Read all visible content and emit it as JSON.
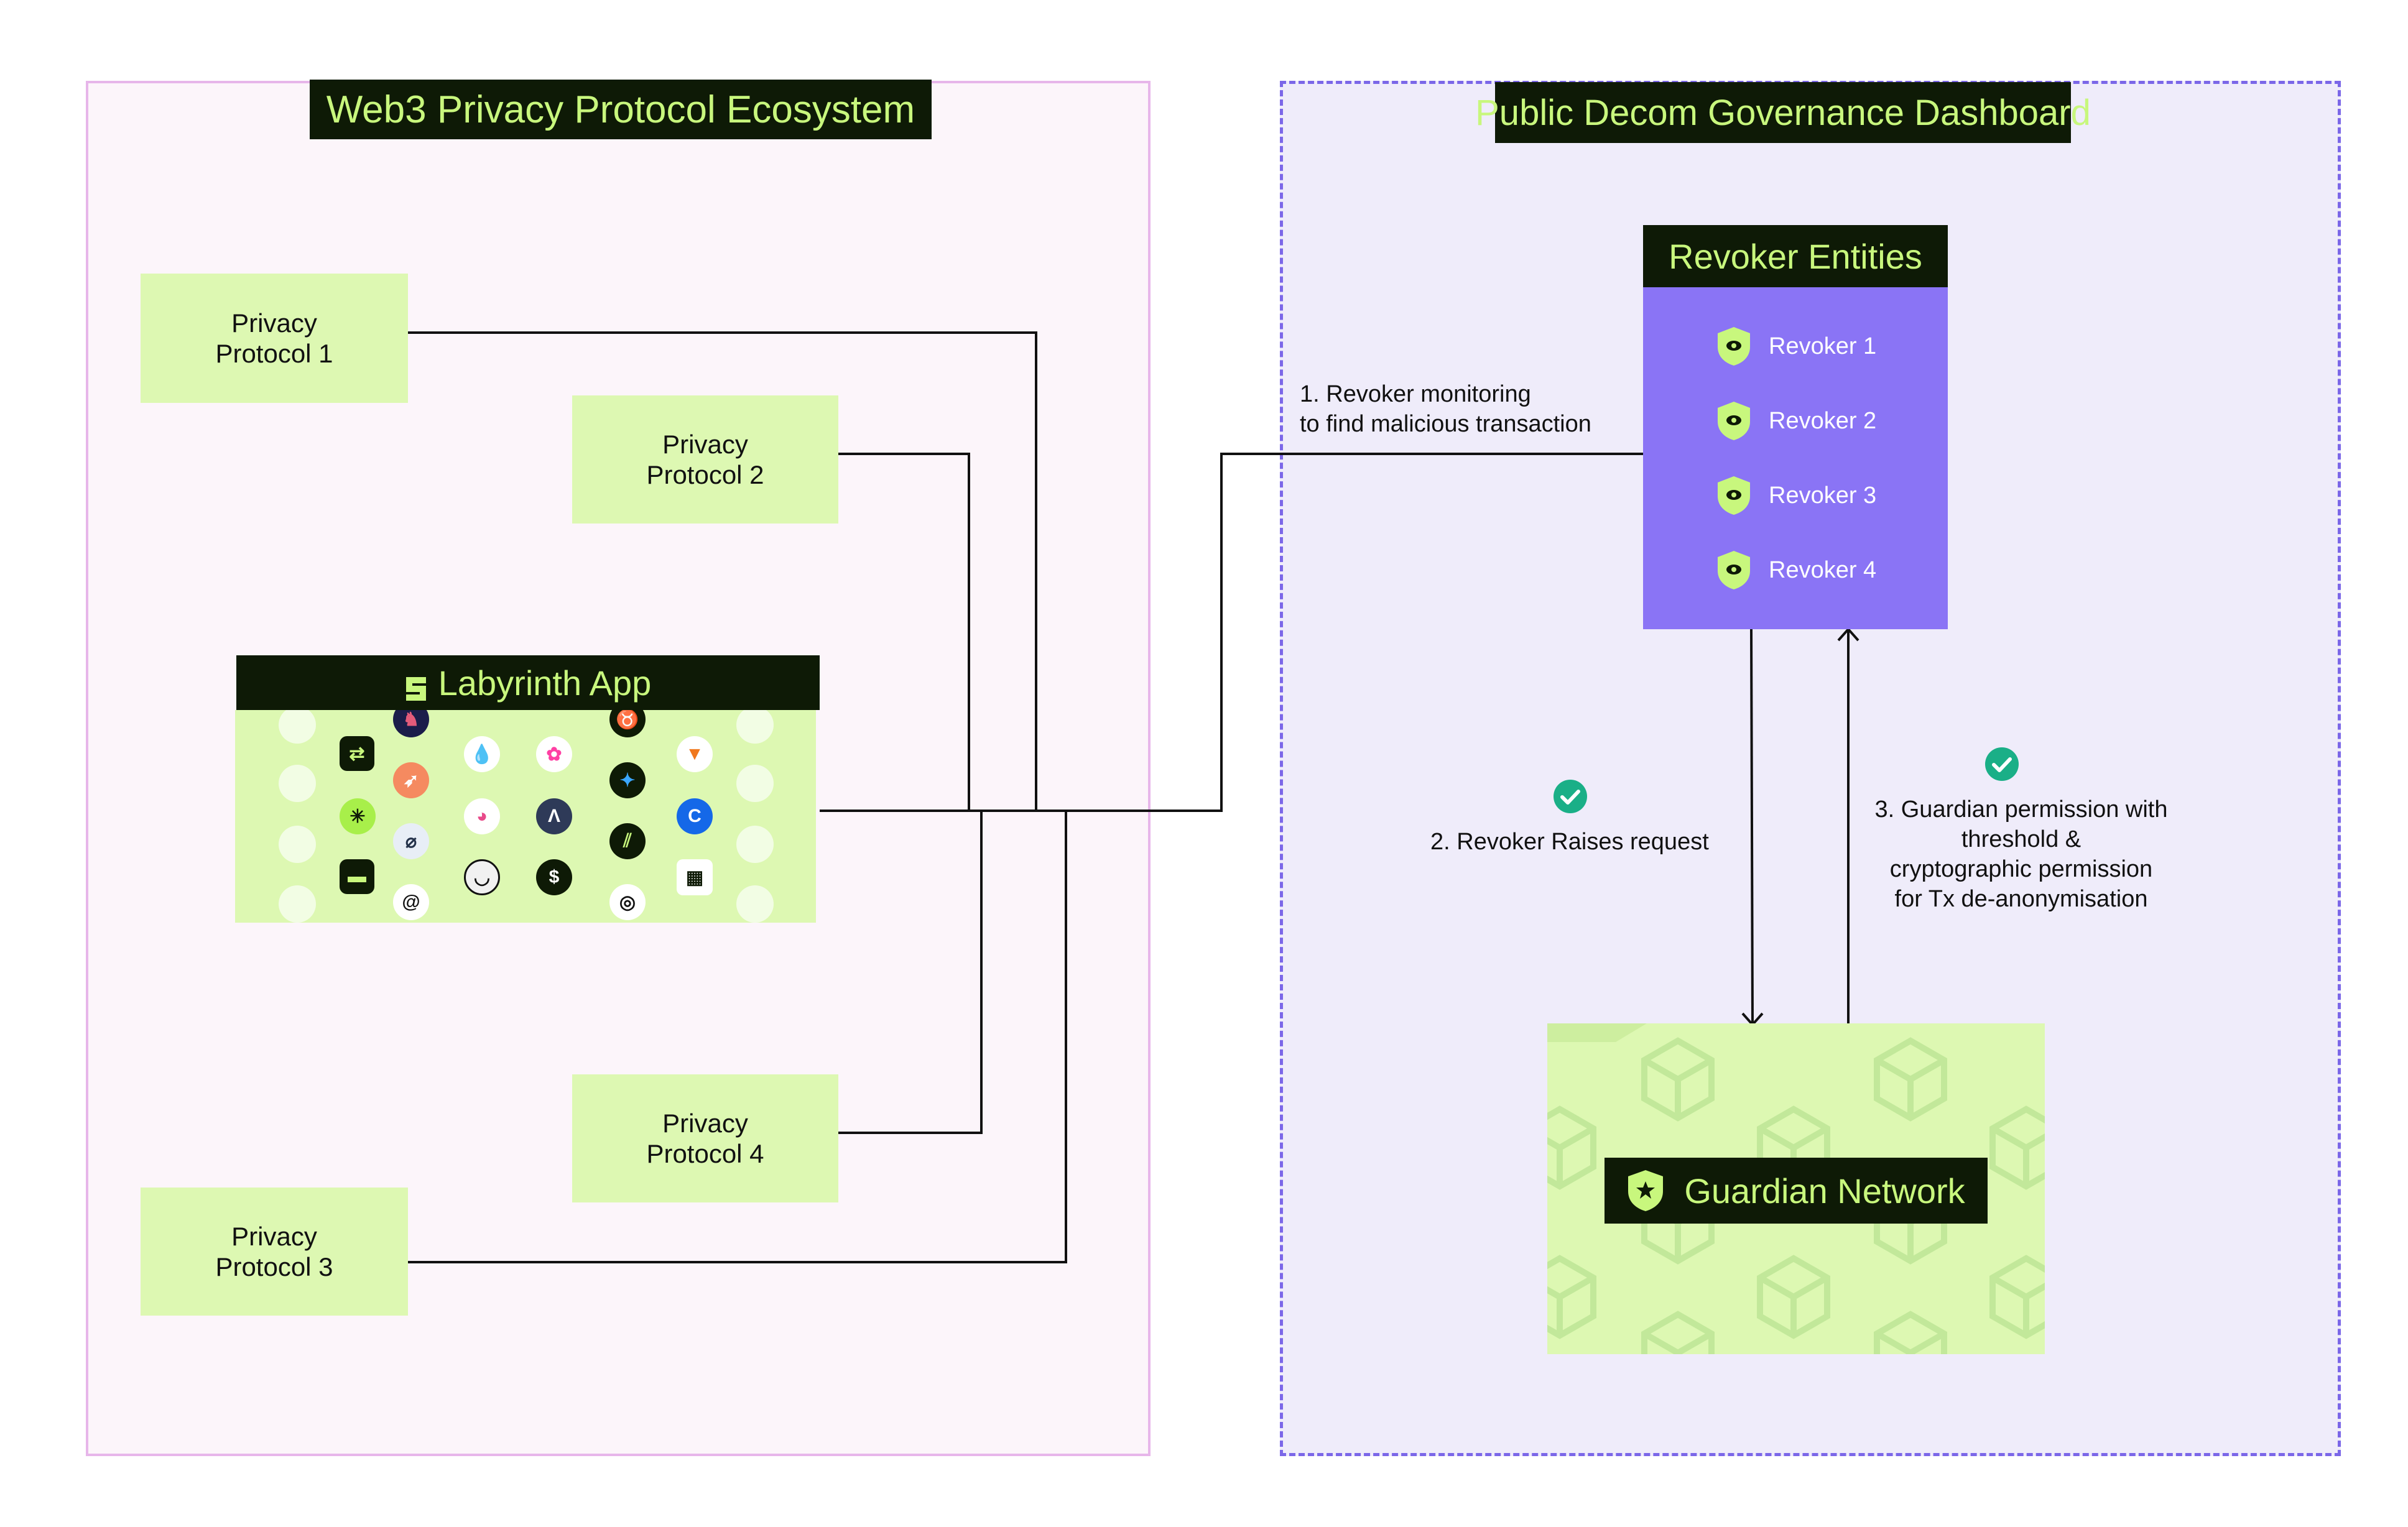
{
  "ecosystem": {
    "title": "Web3 Privacy Protocol Ecosystem"
  },
  "dashboard": {
    "title": "Public Decom Governance Dashboard"
  },
  "protocols": [
    {
      "line1": "Privacy",
      "line2": "Protocol 1"
    },
    {
      "line1": "Privacy",
      "line2": "Protocol 2"
    },
    {
      "line1": "Privacy",
      "line2": "Protocol 4"
    },
    {
      "line1": "Privacy",
      "line2": "Protocol 3"
    }
  ],
  "labyrinth": {
    "title": "Labyrinth App"
  },
  "revokers": {
    "title": "Revoker Entities",
    "items": [
      "Revoker 1",
      "Revoker 2",
      "Revoker 3",
      "Revoker 4"
    ]
  },
  "steps": {
    "step1": [
      "1.  Revoker monitoring",
      "to find malicious transaction"
    ],
    "step2": [
      "2.  Revoker Raises request"
    ],
    "step3": [
      "3.  Guardian permission with",
      "threshold &",
      "cryptographic permission",
      "for Tx de-anonymisation"
    ]
  },
  "guardian": {
    "title": "Guardian Network"
  },
  "colors": {
    "dark": "#0e1a06",
    "lime": "#c8f77d",
    "pale_green": "#ddf8b2",
    "violet": "#8a74f5",
    "check_teal": "#1aaf87"
  },
  "icons": {
    "revoker": "shield-eye-icon",
    "guardian": "shield-star-icon",
    "status": "check-circle-icon",
    "labyrinth": "labyrinth-logo-icon"
  }
}
